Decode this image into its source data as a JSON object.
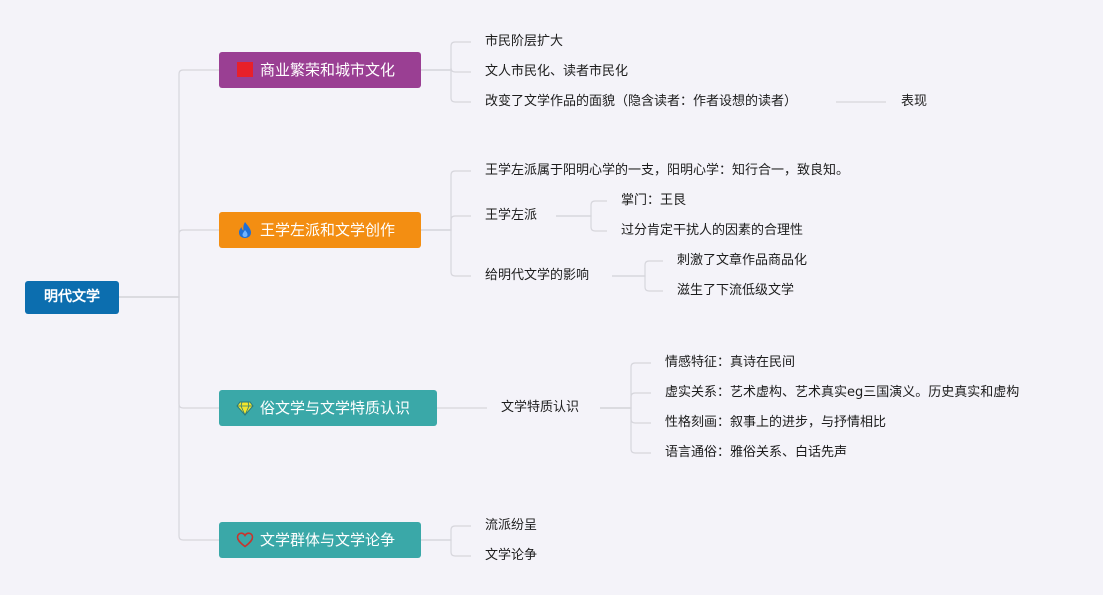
{
  "root": {
    "label": "明代文学"
  },
  "branches": [
    {
      "label": "商业繁荣和城市文化",
      "icon": "red-flag-icon",
      "color": "#9a3f93",
      "children": [
        {
          "label": "市民阶层扩大"
        },
        {
          "label": "文人市民化、读者市民化"
        },
        {
          "label": "改变了文学作品的面貌（隐含读者：作者设想的读者）",
          "children": [
            {
              "label": "表现"
            }
          ]
        }
      ]
    },
    {
      "label": "王学左派和文学创作",
      "icon": "fire-icon",
      "color": "#f38e12",
      "children": [
        {
          "label": "王学左派属于阳明心学的一支，阳明心学：知行合一，致良知。"
        },
        {
          "label": "王学左派",
          "children": [
            {
              "label": "掌门：王艮"
            },
            {
              "label": "过分肯定干扰人的因素的合理性"
            }
          ]
        },
        {
          "label": "给明代文学的影响",
          "children": [
            {
              "label": "刺激了文章作品商品化"
            },
            {
              "label": "滋生了下流低级文学"
            }
          ]
        }
      ]
    },
    {
      "label": "俗文学与文学特质认识",
      "icon": "diamond-icon",
      "color": "#3aa8a8",
      "children": [
        {
          "label": "文学特质认识",
          "children": [
            {
              "label": "情感特征：真诗在民间"
            },
            {
              "label": "虚实关系：艺术虚构、艺术真实eg三国演义。历史真实和虚构"
            },
            {
              "label": "性格刻画：叙事上的进步，与抒情相比"
            },
            {
              "label": "语言通俗：雅俗关系、白话先声"
            }
          ]
        }
      ]
    },
    {
      "label": "文学群体与文学论争",
      "icon": "heart-icon",
      "color": "#3aa8a8",
      "children": [
        {
          "label": "流派纷呈"
        },
        {
          "label": "文学论争"
        }
      ]
    }
  ],
  "colors": {
    "line": "#d6d6dc",
    "background": "#f4f3f9",
    "root": "#0c6eaf"
  }
}
